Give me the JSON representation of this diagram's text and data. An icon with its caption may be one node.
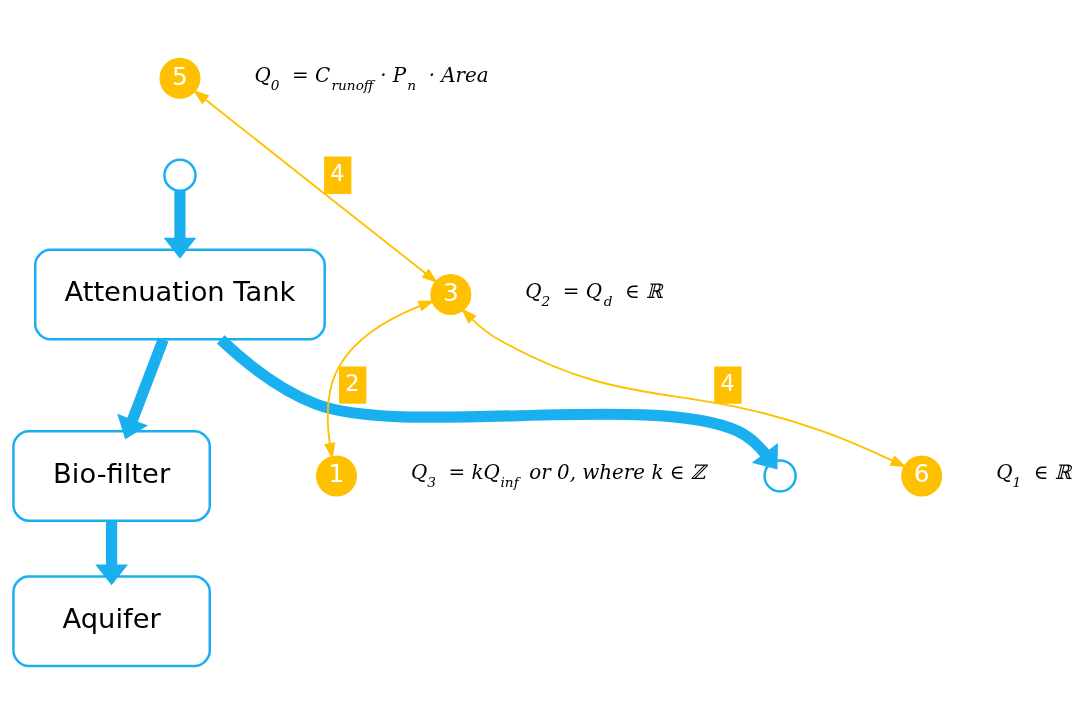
{
  "diagram": {
    "nodes": [
      {
        "text": [
          "5"
        ],
        "beside": [
          "Q$_{0}$ = C$_{runoff}$ · P$_{n}$ · Area"
        ]
      },
      {
        "text": [],
        "shape": "circle"
      },
      {
        "text": [
          "Attenuation Tank"
        ]
      },
      {
        "text": [
          "3"
        ],
        "beside": [
          "Q$_{2}$ = Q$_{d}$ ∈ ℝ"
        ]
      },
      {
        "text": [
          "Bio-filter"
        ]
      },
      {
        "text": [
          "1"
        ],
        "beside": [
          "Q$_{3}$ = kQ$_{inf}$ or 0, where k ∈ ℤ"
        ]
      },
      {
        "text": [],
        "shape": "circle"
      },
      {
        "text": [
          "6"
        ],
        "beside": [
          "Q$_{1}$ ∈ ℝ"
        ]
      },
      {
        "text": [
          "Aquifer"
        ]
      }
    ],
    "edges": [
      {
        "from": 1,
        "to": 2,
        "arrow": "to"
      },
      {
        "from": 2,
        "to": 4,
        "arrow": "to"
      },
      {
        "from": 4,
        "to": 8,
        "arrow": "to"
      },
      {
        "from": 2,
        "to": 6,
        "arrow": "to"
      },
      {
        "from": 0,
        "to": 3,
        "arrow": "both",
        "label": "4",
        "color": "#ffc000"
      },
      {
        "from": 3,
        "to": 5,
        "arrow": "both",
        "label": "2",
        "color": "#ffc000"
      },
      {
        "from": 7,
        "to": 3,
        "arrow": "both",
        "label": "4",
        "color": "#ffc000"
      }
    ]
  }
}
